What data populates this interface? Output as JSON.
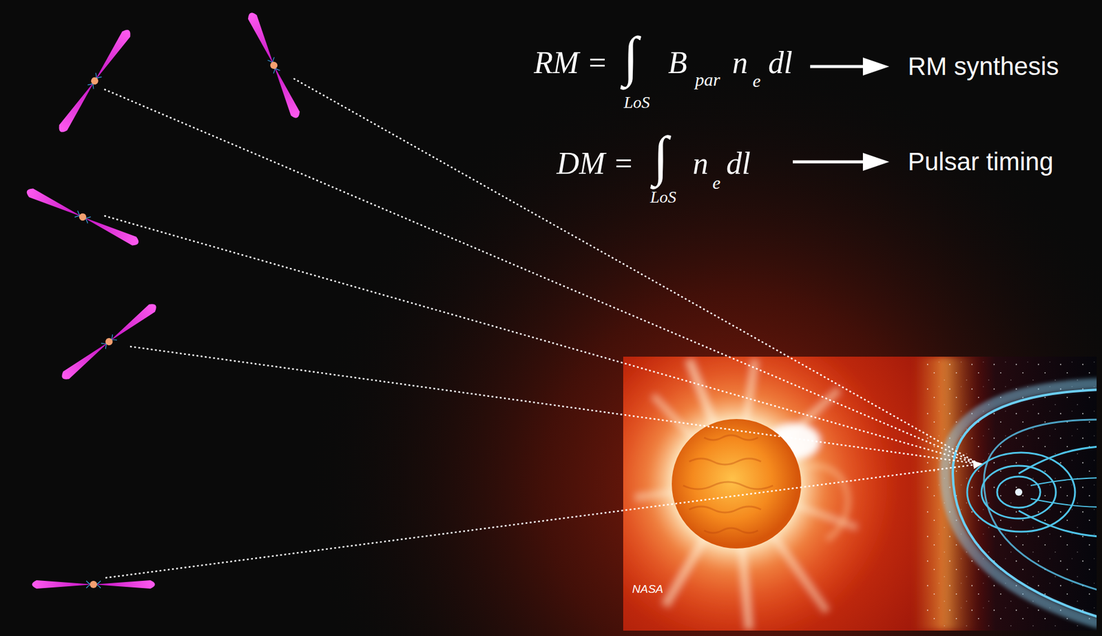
{
  "diagram": {
    "labels": [
      "RM =",
      "∫",
      "LoS",
      "B",
      "par",
      "n",
      "e",
      "dl",
      "RM synthesis",
      "DM =",
      "∫",
      "LoS",
      "n",
      "e",
      "dl",
      "Pulsar timing",
      "NASA"
    ]
  }
}
